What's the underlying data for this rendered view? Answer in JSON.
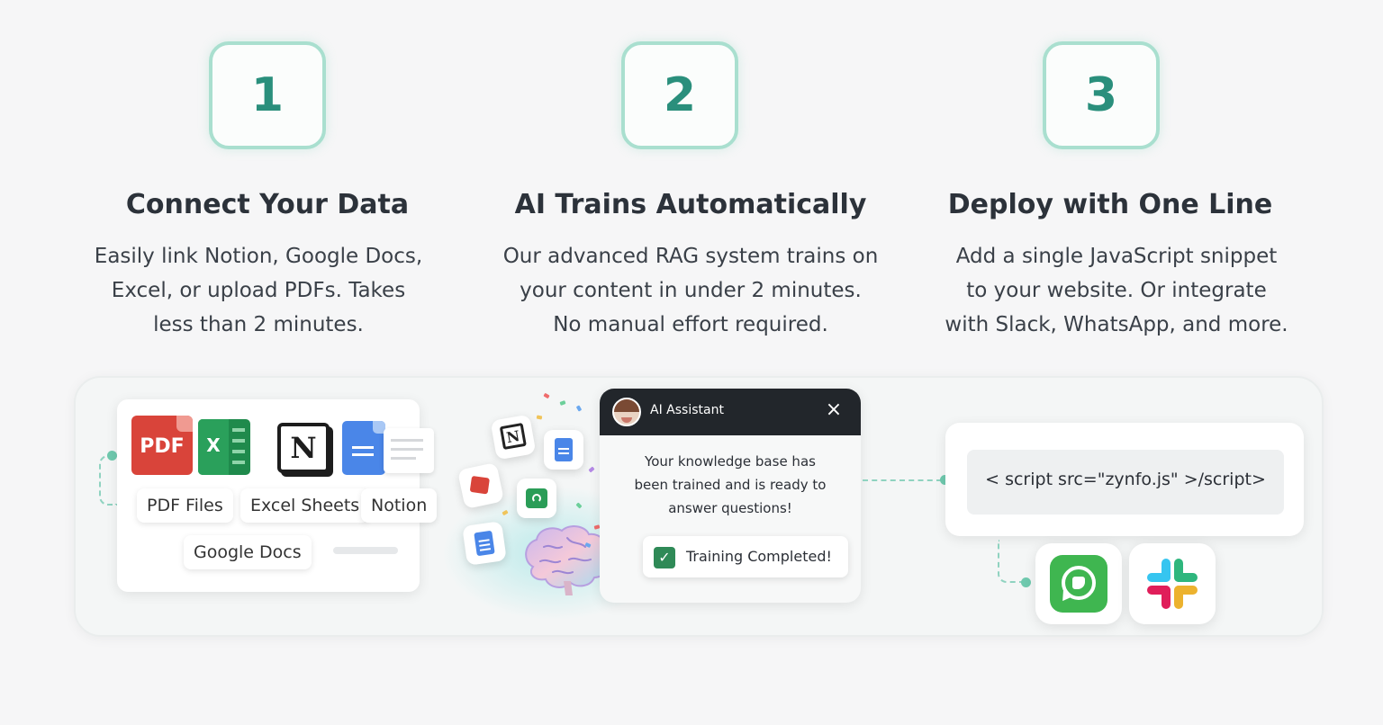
{
  "steps": [
    {
      "number": "1",
      "title": "Connect Your Data",
      "description": "Easily link Notion, Google Docs,\nExcel, or upload PDFs. Takes\nless than 2 minutes."
    },
    {
      "number": "2",
      "title": "AI Trains Automatically",
      "description": "Our advanced RAG system trains on\nyour content in under 2 minutes.\nNo manual effort required."
    },
    {
      "number": "3",
      "title": "Deploy with One Line",
      "description": "Add a single JavaScript snippet\nto your website. Or integrate\nwith Slack, WhatsApp, and more."
    }
  ],
  "sources": {
    "pdf_icon_label": "PDF",
    "excel_icon_label": "X",
    "notion_icon_label": "N",
    "items": [
      "PDF Files",
      "Excel Sheets",
      "Notion",
      "Google Docs"
    ]
  },
  "floating_icons": {
    "notion_label": "N"
  },
  "chat": {
    "header_title": "AI Assistant",
    "message": "Your knowledge base has been trained and is ready to answer questions!",
    "status": "Training Completed!"
  },
  "deploy": {
    "snippet": "< script src=\"zynfo.js\" >/script>",
    "apps": [
      "whatsapp-icon",
      "slack-icon"
    ]
  },
  "colors": {
    "accent": "#2a8f7c",
    "accent_border": "#a9dfcf",
    "chat_header": "#22262b",
    "check_green": "#2f8a57",
    "whatsapp": "#3fb650",
    "slack_blue": "#36c5f0",
    "slack_green": "#2eb67d",
    "slack_yellow": "#ecb22e",
    "slack_red": "#e01e5a"
  }
}
